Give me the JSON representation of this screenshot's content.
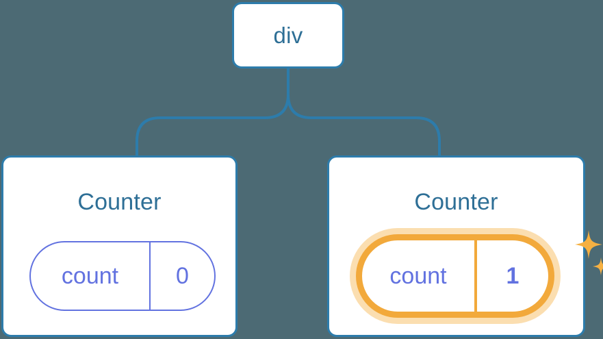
{
  "theme": {
    "background": "#4c6a74",
    "card_background": "#ffffff",
    "card_border": "#2d7cab",
    "connector": "#2d7cab",
    "title_text": "#2e6f96",
    "pill_purple": "#6272e0",
    "highlight_orange": "#f2a93b",
    "highlight_glow": "#fbdeb0"
  },
  "root": {
    "label": "div"
  },
  "children": [
    {
      "title": "Counter",
      "state": {
        "key": "count",
        "value": "0"
      },
      "highlighted": false
    },
    {
      "title": "Counter",
      "state": {
        "key": "count",
        "value": "1"
      },
      "highlighted": true,
      "sparkle_icons": [
        "sparkle-large",
        "sparkle-small"
      ]
    }
  ]
}
